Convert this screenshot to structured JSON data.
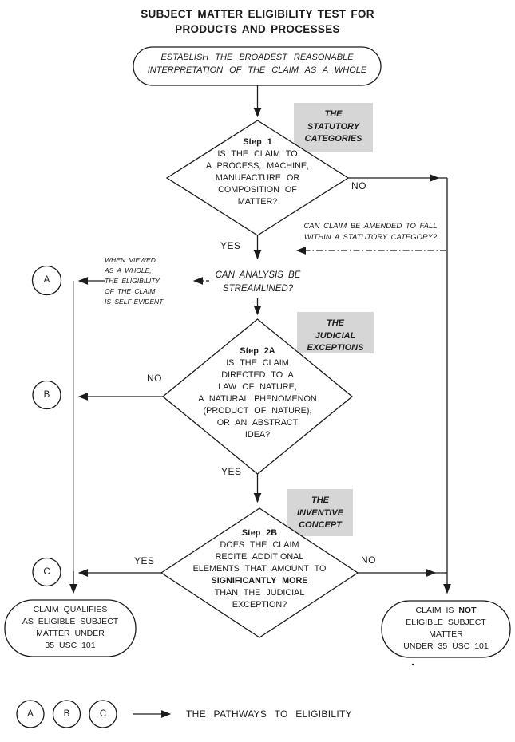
{
  "colors": {
    "ink": "#1b1b1b",
    "gray_line": "#9b9b9b",
    "box_bg": "#d6d6d6",
    "bg": "#ffffff"
  },
  "title": {
    "line1": "SUBJECT MATTER ELIGIBILITY TEST FOR",
    "line2": "PRODUCTS AND PROCESSES"
  },
  "start_oval": {
    "line1": "ESTABLISH THE BROADEST REASONABLE",
    "line2": "INTERPRETATION OF THE CLAIM AS A WHOLE"
  },
  "category_labels": {
    "statutory": {
      "l1": "THE",
      "l2": "STATUTORY",
      "l3": "CATEGORIES"
    },
    "judicial": {
      "l1": "THE",
      "l2": "JUDICIAL",
      "l3": "EXCEPTIONS"
    },
    "inventive": {
      "l1": "THE",
      "l2": "INVENTIVE",
      "l3": "CONCEPT"
    }
  },
  "step1": {
    "label": "Step 1",
    "l1": "IS THE CLAIM TO",
    "l2": "A PROCESS, MACHINE,",
    "l3": "MANUFACTURE OR",
    "l4": "COMPOSITION OF",
    "l5": "MATTER?",
    "yes": "YES",
    "no": "NO"
  },
  "amend_note": {
    "l1": "CAN CLAIM BE AMENDED TO FALL",
    "l2": "WITHIN A STATUTORY CATEGORY?"
  },
  "streamline": {
    "l1": "CAN ANALYSIS BE",
    "l2": "STREAMLINED?"
  },
  "self_evident_note": {
    "l1": "WHEN VIEWED",
    "l2": "AS A WHOLE,",
    "l3": "THE ELIGIBILITY",
    "l4": "OF THE CLAIM",
    "l5": "IS SELF-EVIDENT"
  },
  "step2a": {
    "label": "Step 2A",
    "l1": "IS THE CLAIM",
    "l2": "DIRECTED TO A",
    "l3": "LAW OF NATURE,",
    "l4": "A NATURAL PHENOMENON",
    "l5": "(PRODUCT OF NATURE),",
    "l6": "OR AN ABSTRACT",
    "l7": "IDEA?",
    "yes": "YES",
    "no": "NO"
  },
  "step2b": {
    "label": "Step 2B",
    "l1": "DOES THE CLAIM",
    "l2": "RECITE ADDITIONAL",
    "l3": "ELEMENTS THAT AMOUNT TO",
    "l4": "SIGNIFICANTLY MORE",
    "l5": "THAN THE JUDICIAL",
    "l6": "EXCEPTION?",
    "yes": "YES",
    "no": "NO"
  },
  "eligible_oval": {
    "l1": "CLAIM QUALIFIES",
    "l2": "AS ELIGIBLE SUBJECT",
    "l3": "MATTER UNDER",
    "l4": "35 USC 101"
  },
  "ineligible_oval": {
    "l1_a": "CLAIM IS",
    "l1_b": "NOT",
    "l2": "ELIGIBLE SUBJECT",
    "l3": "MATTER",
    "l4": "UNDER 35 USC 101"
  },
  "pathways": {
    "a": "A",
    "b": "B",
    "c": "C",
    "legend": "THE PATHWAYS TO ELIGIBILITY"
  }
}
